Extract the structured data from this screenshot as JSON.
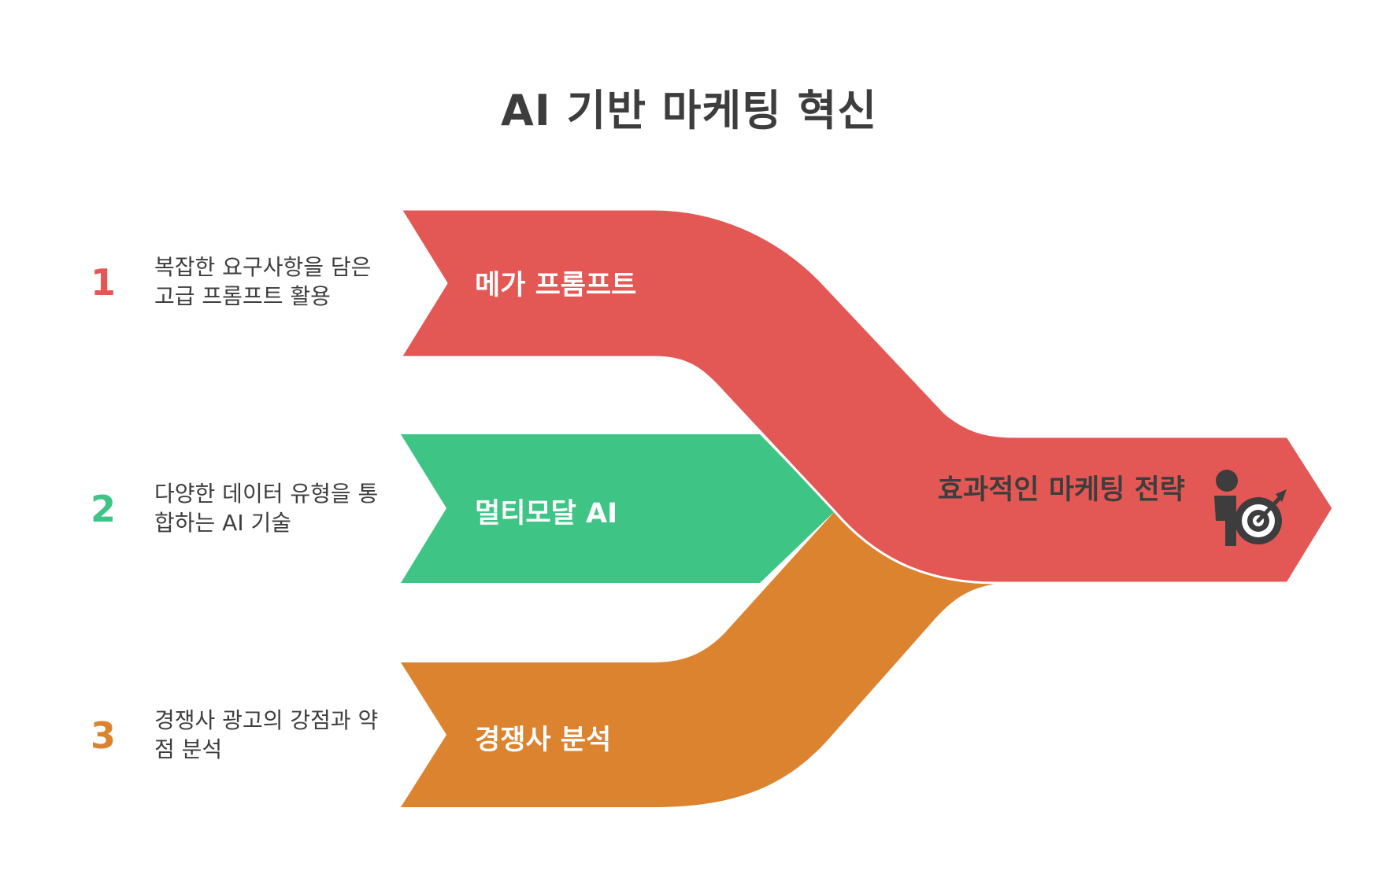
{
  "title": "AI 기반 마케팅 혁신",
  "steps": [
    {
      "number": "1",
      "description": "복잡한 요구사항을 담은 고급 프롬프트 활용",
      "label": "메가 프롬프트",
      "color": "#e35855"
    },
    {
      "number": "2",
      "description": "다양한 데이터 유형을 통합하는 AI 기술",
      "label": "멀티모달 AI",
      "color": "#3ec585"
    },
    {
      "number": "3",
      "description": "경쟁사 광고의 강점과 약점 분석",
      "label": "경쟁사 분석",
      "color": "#dc8330"
    }
  ],
  "result": {
    "label": "효과적인 마케팅 전략",
    "icon": "person-target-icon"
  },
  "colors": {
    "text": "#3d3d3d",
    "background": "#ffffff"
  }
}
